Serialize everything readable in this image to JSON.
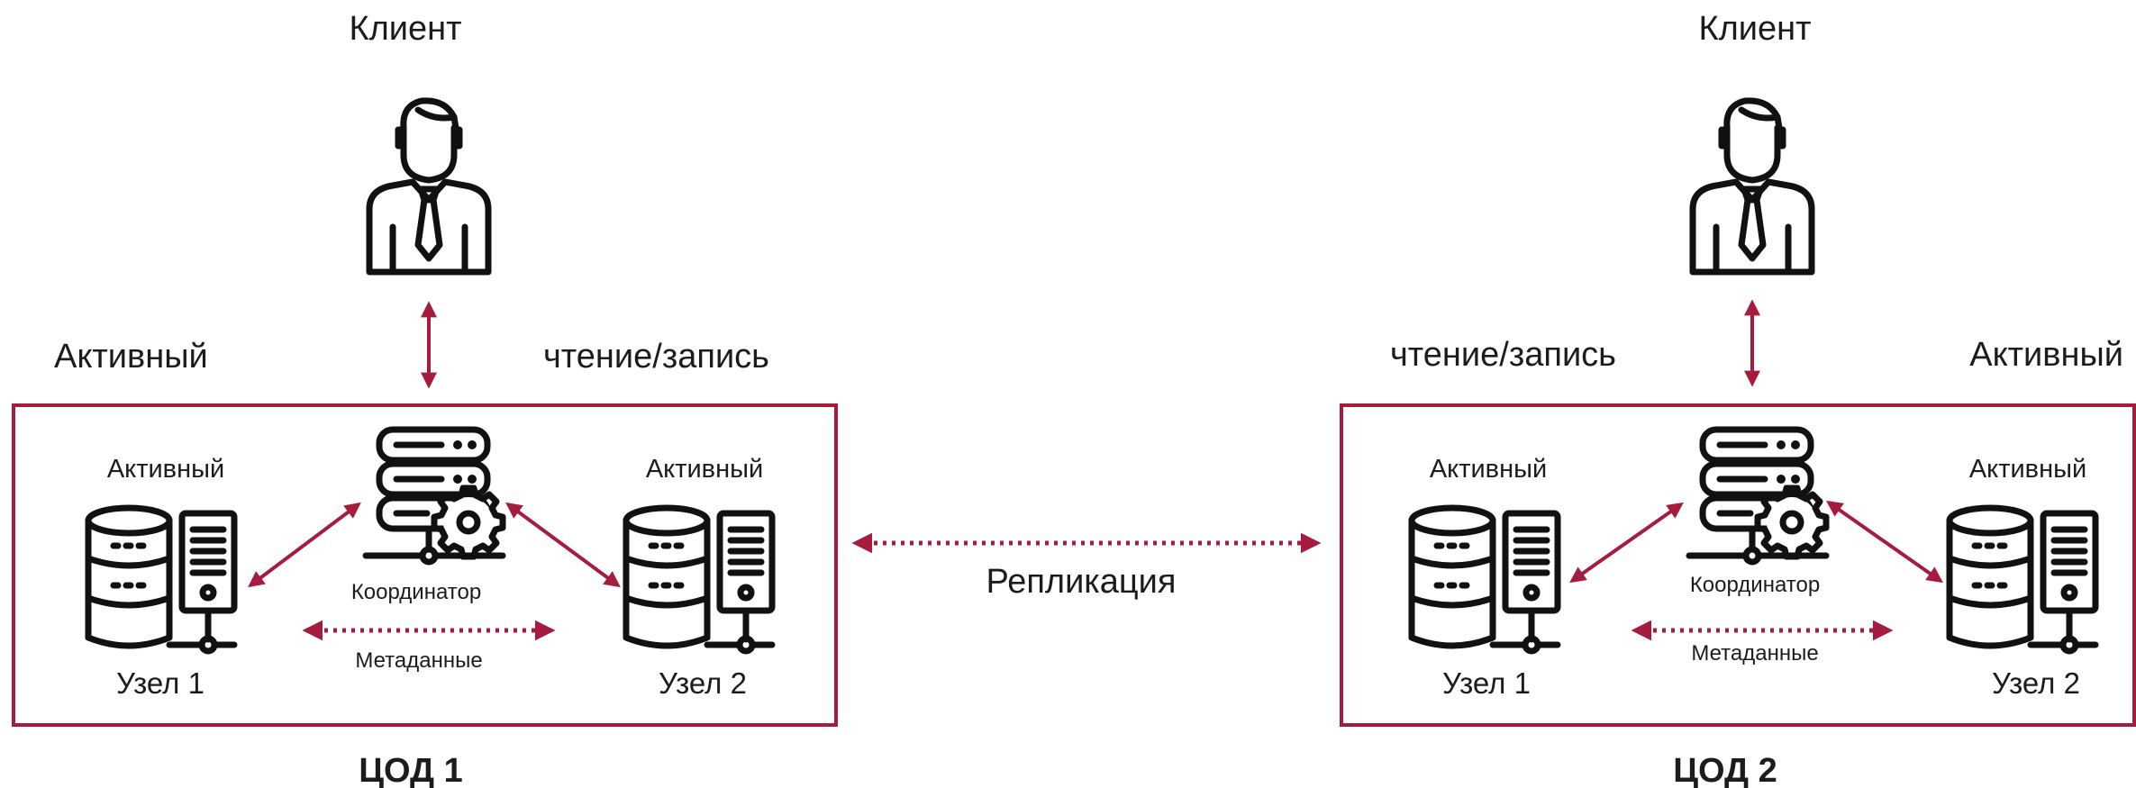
{
  "colors": {
    "accent": "#a51c3e",
    "icon": "#111111",
    "text": "#1c1c1c"
  },
  "replication_label": "Репликация",
  "datacenters": [
    {
      "title": "ЦОД 1",
      "client_label": "Клиент",
      "status_label": "Активный",
      "rw_label": "чтение/запись",
      "coordinator_label": "Координатор",
      "metadata_label": "Метаданные",
      "node1": {
        "label": "Узел 1",
        "status": "Активный"
      },
      "node2": {
        "label": "Узел 2",
        "status": "Активный"
      }
    },
    {
      "title": "ЦОД 2",
      "client_label": "Клиент",
      "status_label": "Активный",
      "rw_label": "чтение/запись",
      "coordinator_label": "Координатор",
      "metadata_label": "Метаданные",
      "node1": {
        "label": "Узел 1",
        "status": "Активный"
      },
      "node2": {
        "label": "Узел 2",
        "status": "Активный"
      }
    }
  ]
}
